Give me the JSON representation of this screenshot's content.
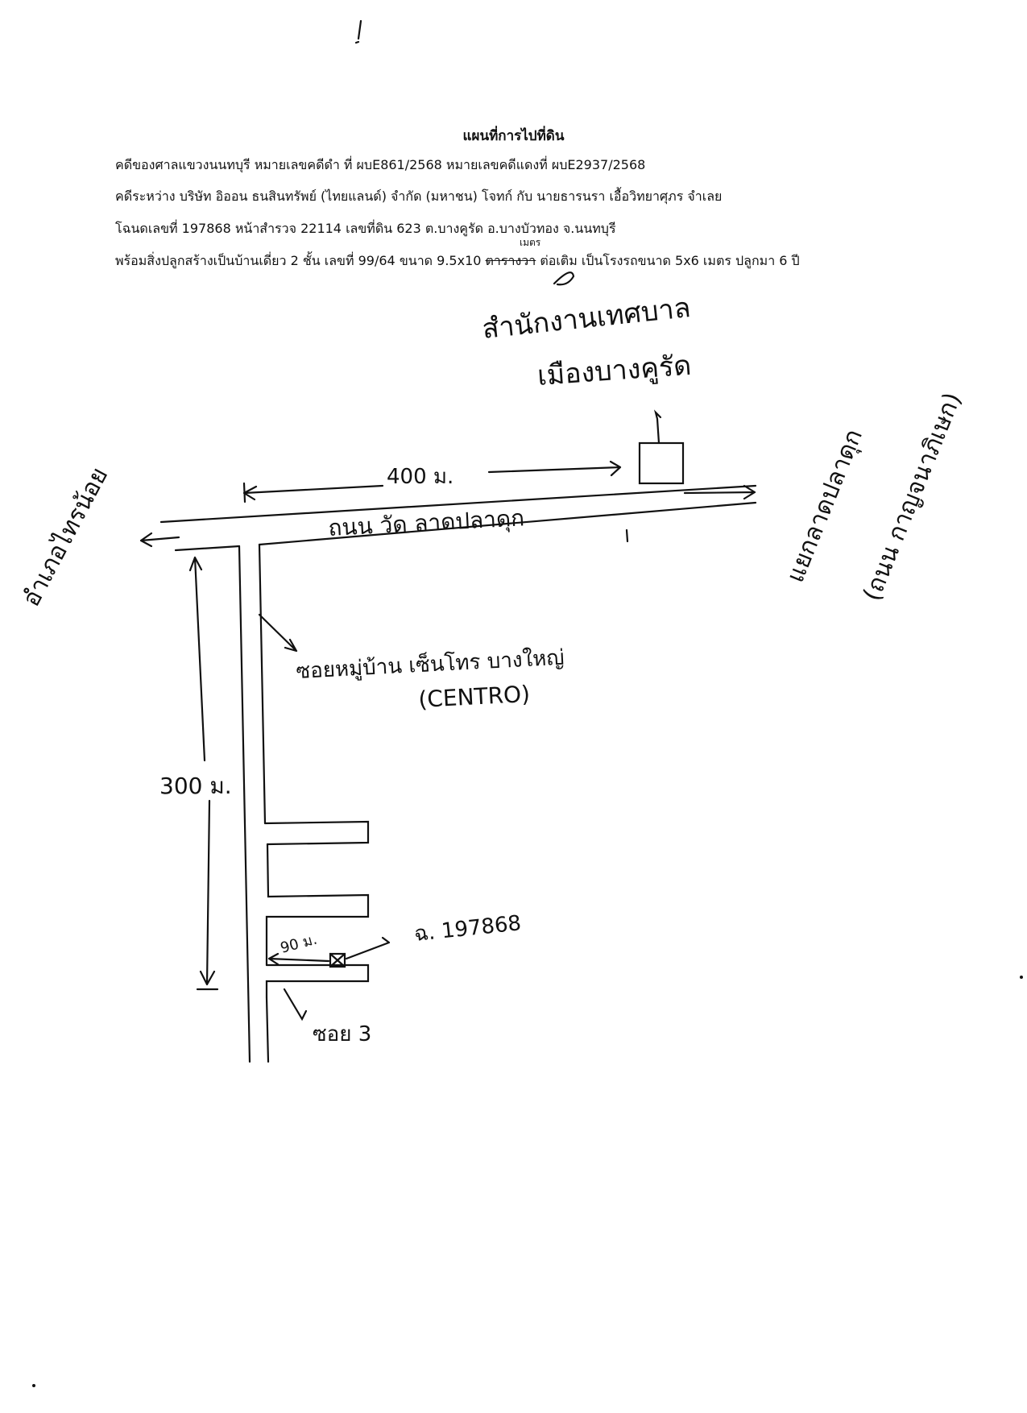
{
  "document": {
    "title": "แผนที่การไปที่ดิน",
    "line1": "คดีของศาลแขวงนนทบุรี หมายเลขคดีดำ ที่ ผบE861/2568 หมายเลขคดีแดงที่ ผบE2937/2568",
    "line2": "คดีระหว่าง บริษัท อิออน ธนสินทรัพย์ (ไทยแลนด์) จำกัด (มหาชน) โจทก์ กับ นายธารนรา เอื้อวิทยาศุภร จำเลย",
    "line3": "โฉนดเลขที่ 197868 หน้าสำรวจ 22114 เลขที่ดิน 623 ต.บางคูรัด อ.บางบัวทอง จ.นนทบุรี",
    "line4_part1": "พร้อมสิ่งปลูกสร้างเป็นบ้านเดี่ยว 2 ชั้น เลขที่ 99/64 ขนาด 9.5x10 ",
    "line4_struck": "ตารางวา",
    "line4_part2": " ต่อเติม เป็นโรงรถขนาด 5x6 เมตร ปลูกมา 6 ปี",
    "line4_correction": "เมตร"
  },
  "map": {
    "office_label_1": "สำนักงานเทศบาล",
    "office_label_2": "เมืองบางคูรัด",
    "distance_top": "400 ม.",
    "main_road": "ถนน วัด ลาดปลาดุก",
    "left_direction": "อำเภอไทรน้อย",
    "right_direction_1": "แยกลาดปลาดุก",
    "right_direction_2": "(ถนน กาญจนาภิเษก)",
    "soi_label_1": "ซอยหมู่บ้าน เซ็นโทร บางใหญ่",
    "soi_label_2": "(CENTRO)",
    "distance_side": "300 ม.",
    "distance_small": "90 ม.",
    "parcel_label": "ฉ. 197868",
    "soi3_label": "ซอย 3"
  }
}
